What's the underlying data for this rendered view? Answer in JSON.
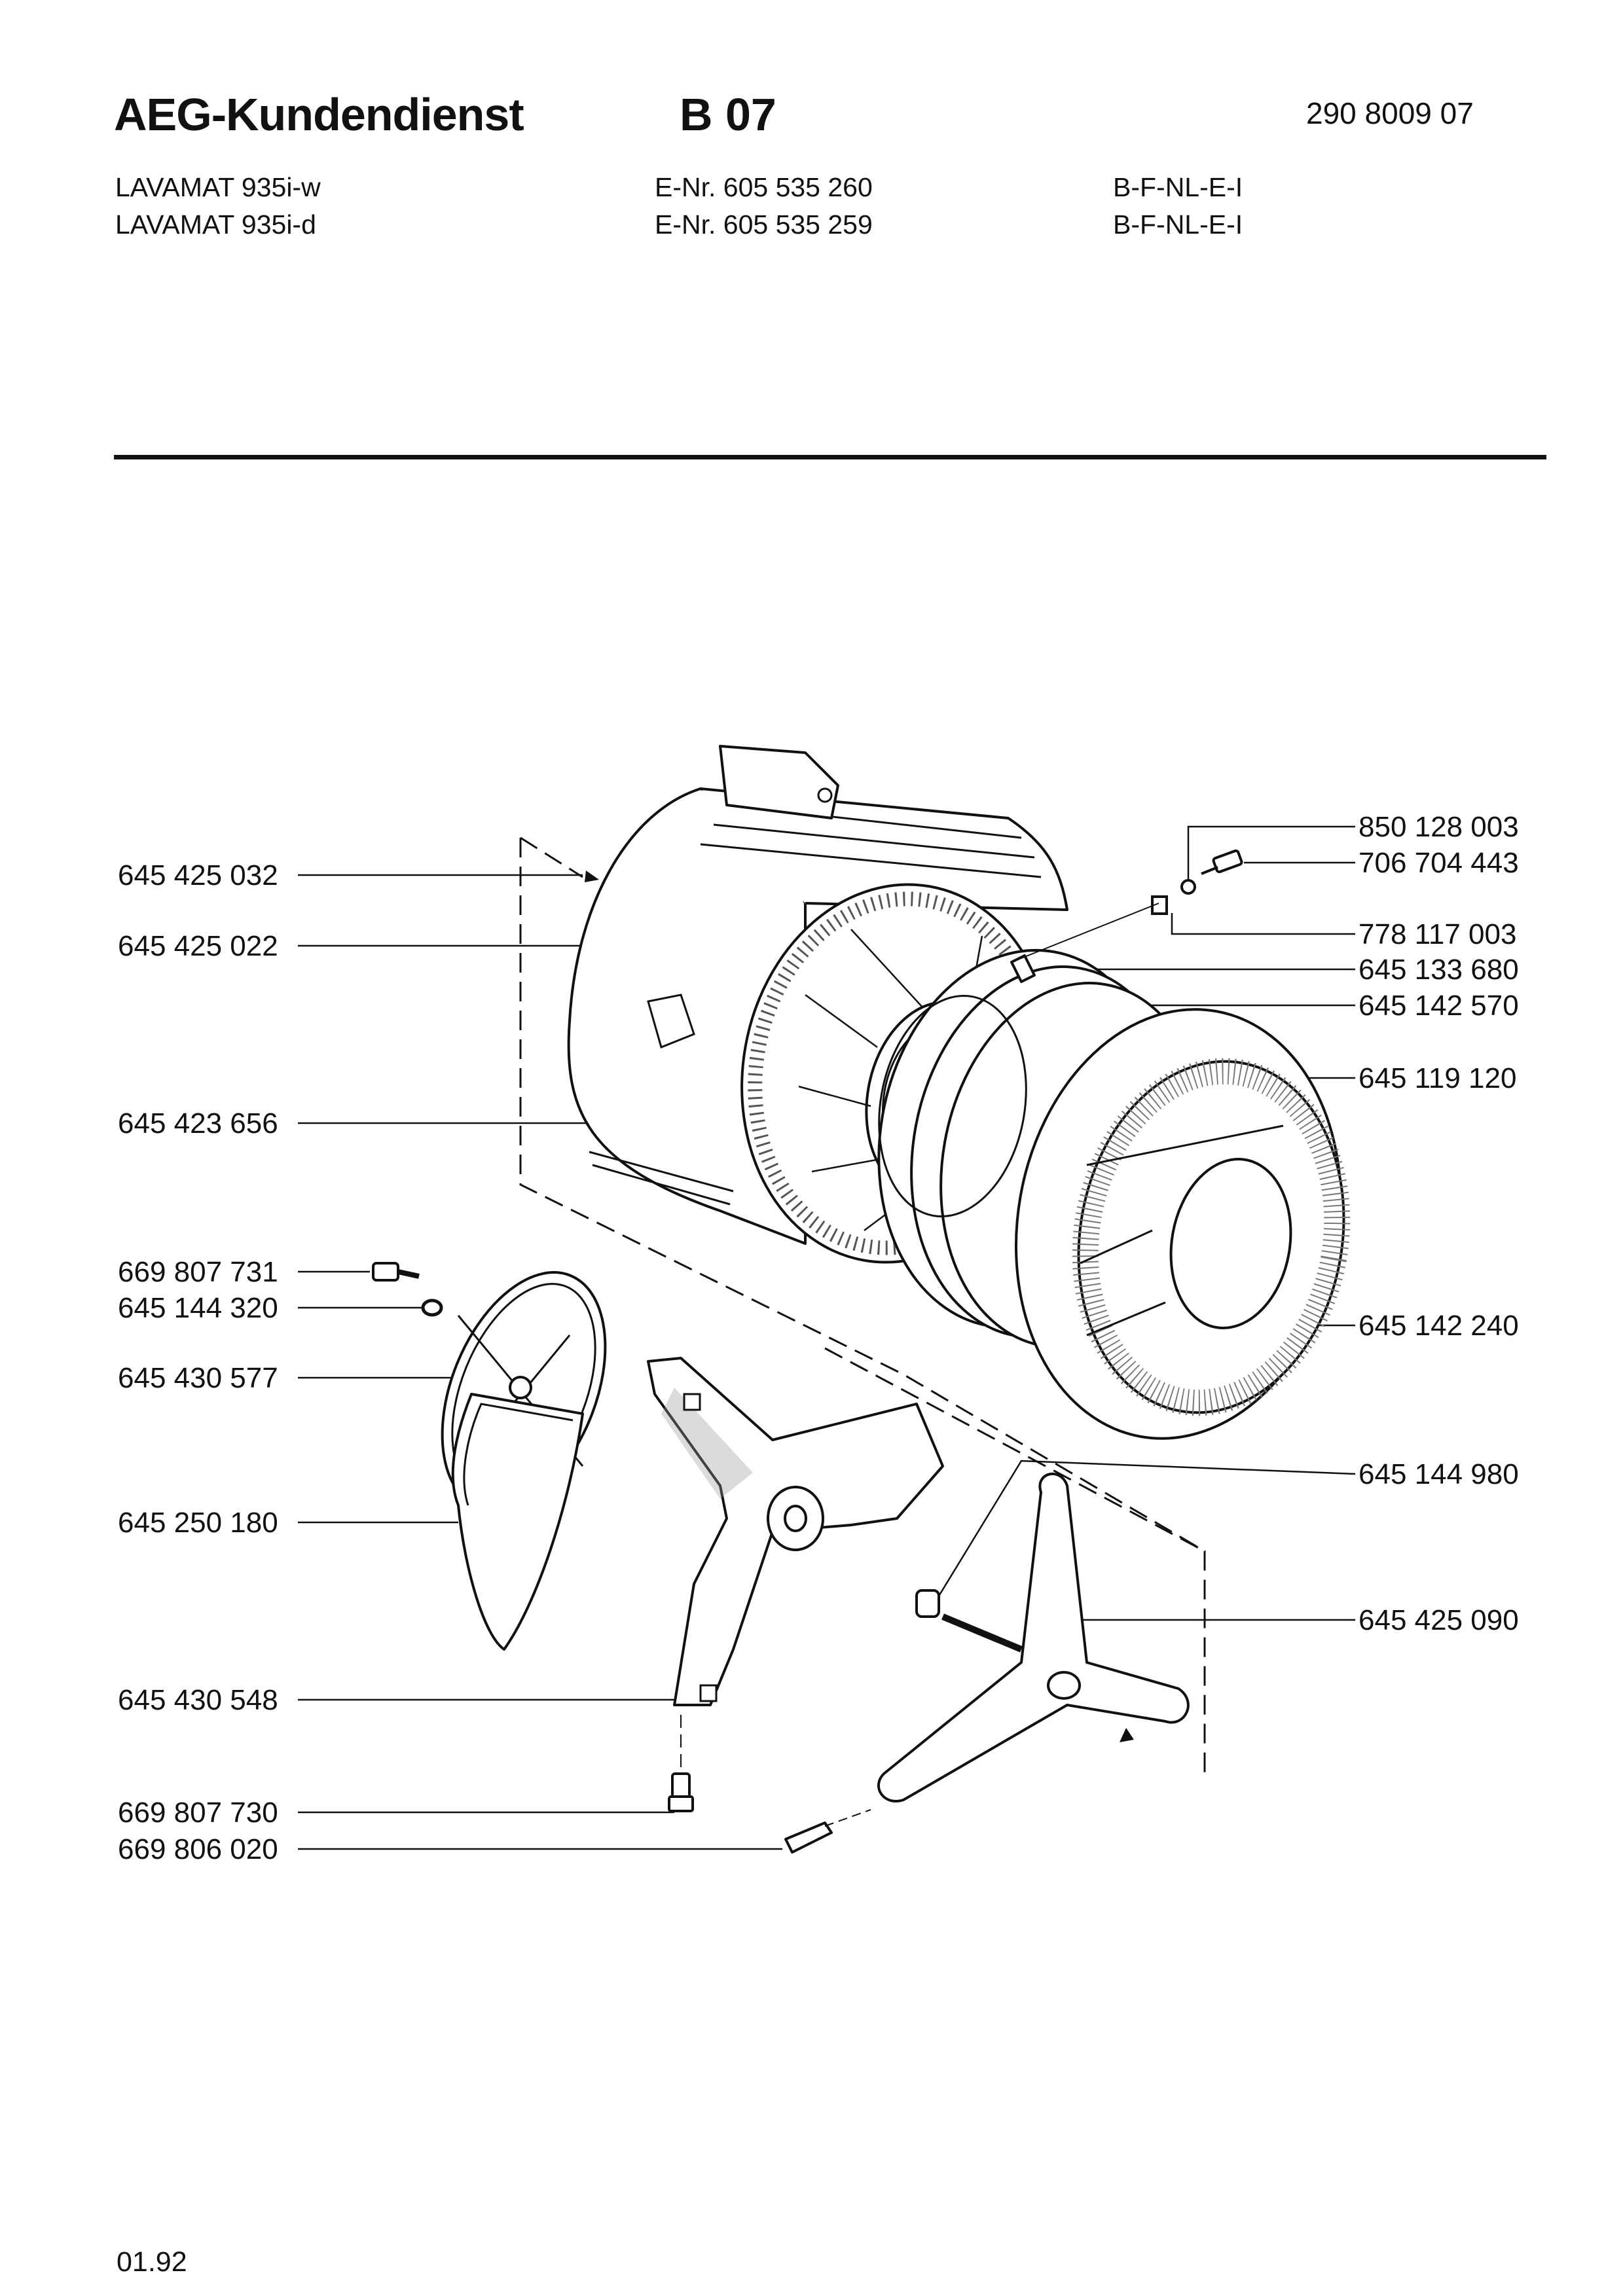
{
  "header": {
    "brand": "AEG-Kundendienst",
    "sheet": "B 07",
    "doc_number": "290 8009 07"
  },
  "models": [
    {
      "name": "LAVAMAT 935i-w",
      "enr": "E-Nr. 605 535 260",
      "countries": "B-F-NL-E-I"
    },
    {
      "name": "LAVAMAT 935i-d",
      "enr": "E-Nr. 605 535 259",
      "countries": "B-F-NL-E-I"
    }
  ],
  "parts_left": [
    "645 425 032",
    "645 425 022",
    "645 423 656",
    "669 807 731",
    "645 144 320",
    "645 430 577",
    "645 250 180",
    "645 430 548",
    "669 807 730",
    "669 806 020"
  ],
  "parts_right": [
    "850 128 003",
    "706 704 443",
    "778 117 003",
    "645 133 680",
    "645 142 570",
    "645 119 120",
    "645 142 240",
    "645 144 980",
    "645 425 090"
  ],
  "footer": {
    "date": "01.92"
  }
}
